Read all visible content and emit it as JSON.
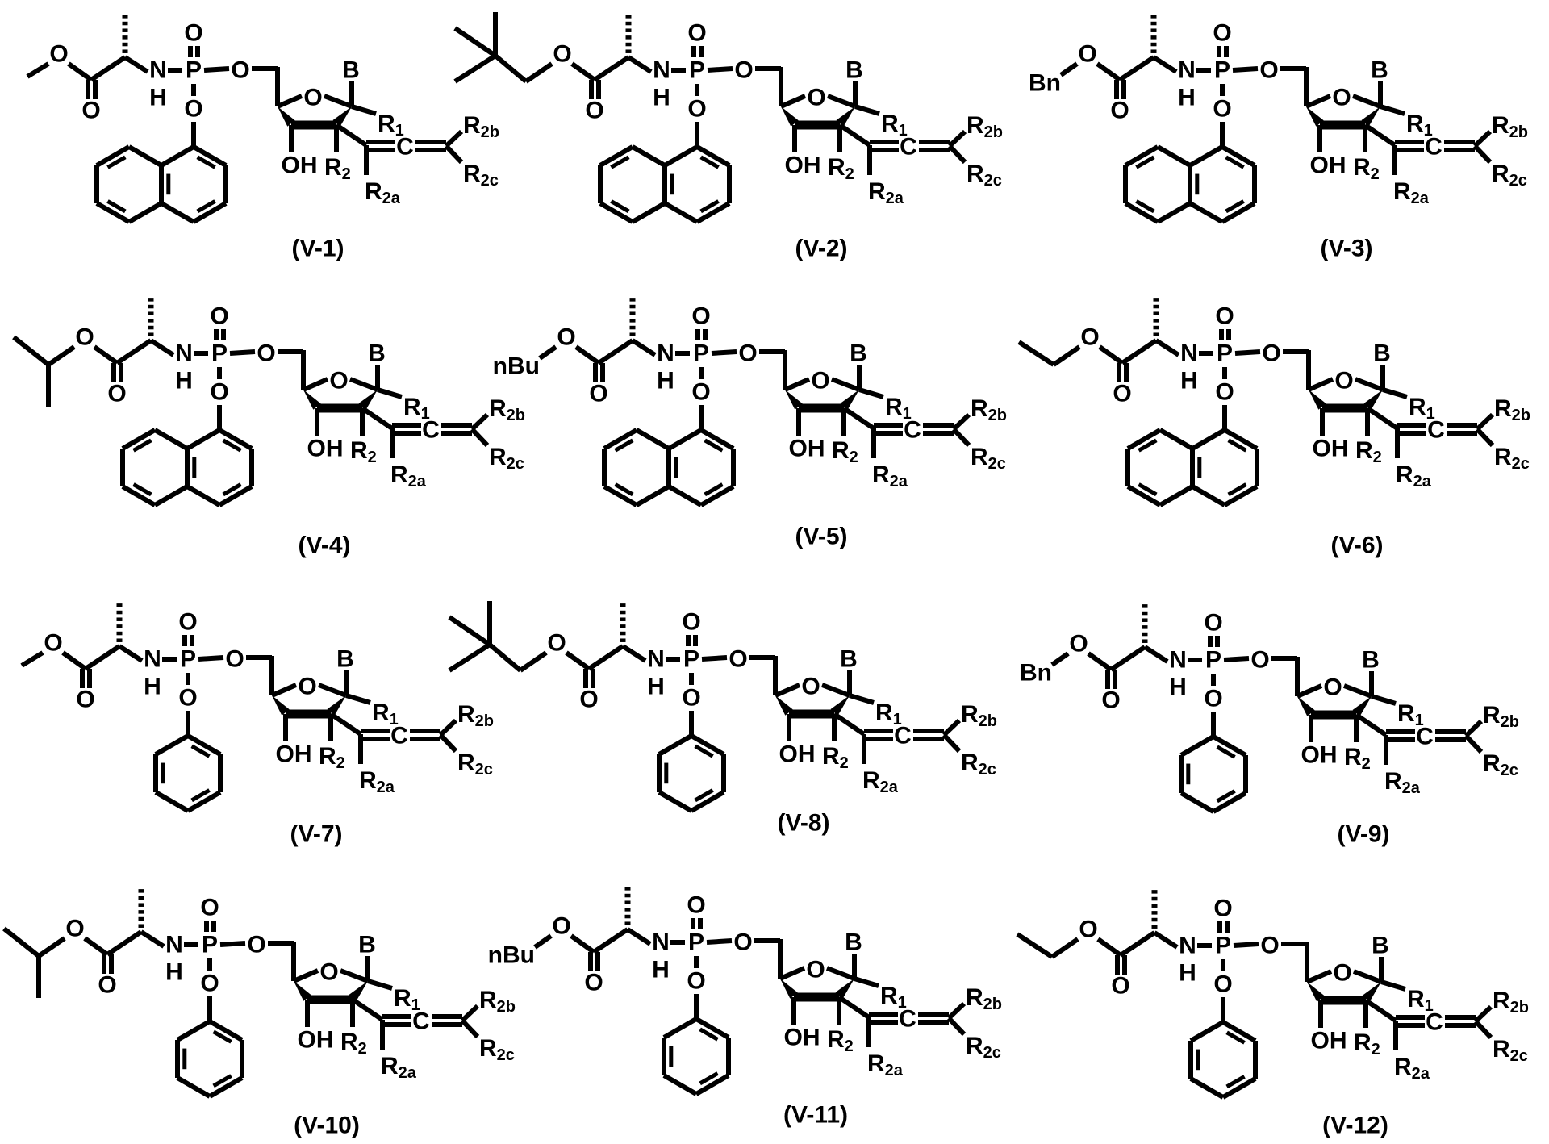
{
  "figure": {
    "type": "chemical-structure-grid",
    "rows": 4,
    "columns": 3,
    "common_core": {
      "phosphoramidate": "L-alanine ester NH-P(=O)(OAr)-O-CH2-nucleoside",
      "base_label": "B",
      "r1_label": "R",
      "r1_sub": "1",
      "r2_label": "R",
      "r2_sub": "2",
      "r2a_sub": "2a",
      "r2b_sub": "2b",
      "r2c_sub": "2c",
      "oh_label": "OH",
      "allene_center": "C",
      "nh_n": "N",
      "nh_h": "H",
      "p_label": "P",
      "o_label": "O"
    },
    "compounds": [
      {
        "id": "V-1",
        "label": "(V-1)",
        "ester": "methyl",
        "ester_text": "",
        "aryl": "1-naphthyl",
        "p": [
          240,
          87
        ],
        "lbl": [
          394,
          308
        ]
      },
      {
        "id": "V-2",
        "label": "(V-2)",
        "ester": "neopentyl",
        "ester_text": "",
        "aryl": "1-naphthyl",
        "p": [
          864,
          87
        ],
        "lbl": [
          1018,
          308
        ]
      },
      {
        "id": "V-3",
        "label": "(V-3)",
        "ester": "benzyl",
        "ester_text": "Bn",
        "aryl": "1-naphthyl",
        "p": [
          1515,
          87
        ],
        "lbl": [
          1669,
          308
        ]
      },
      {
        "id": "V-4",
        "label": "(V-4)",
        "ester": "isopropyl",
        "ester_text": "",
        "aryl": "1-naphthyl",
        "p": [
          272,
          438
        ],
        "lbl": [
          402,
          676
        ]
      },
      {
        "id": "V-5",
        "label": "(V-5)",
        "ester": "n-butyl",
        "ester_text": "nBu",
        "aryl": "1-naphthyl",
        "p": [
          869,
          438
        ],
        "lbl": [
          1018,
          665
        ]
      },
      {
        "id": "V-6",
        "label": "(V-6)",
        "ester": "ethyl",
        "ester_text": "",
        "aryl": "1-naphthyl",
        "p": [
          1518,
          438
        ],
        "lbl": [
          1682,
          676
        ]
      },
      {
        "id": "V-7",
        "label": "(V-7)",
        "ester": "methyl",
        "ester_text": "",
        "aryl": "phenyl",
        "p": [
          233,
          817
        ],
        "lbl": [
          392,
          1034
        ]
      },
      {
        "id": "V-8",
        "label": "(V-8)",
        "ester": "neopentyl",
        "ester_text": "",
        "aryl": "phenyl",
        "p": [
          857,
          817
        ],
        "lbl": [
          996,
          1020
        ]
      },
      {
        "id": "V-9",
        "label": "(V-9)",
        "ester": "benzyl",
        "ester_text": "Bn",
        "aryl": "phenyl",
        "p": [
          1504,
          818
        ],
        "lbl": [
          1690,
          1034
        ]
      },
      {
        "id": "V-10",
        "label": "(V-10)",
        "ester": "isopropyl",
        "ester_text": "",
        "aryl": "phenyl",
        "p": [
          260,
          1171
        ],
        "lbl": [
          405,
          1395
        ]
      },
      {
        "id": "V-11",
        "label": "(V-11)",
        "ester": "n-butyl",
        "ester_text": "nBu",
        "aryl": "phenyl",
        "p": [
          863,
          1168
        ],
        "lbl": [
          1011,
          1382
        ]
      },
      {
        "id": "V-12",
        "label": "(V-12)",
        "ester": "ethyl",
        "ester_text": "",
        "aryl": "phenyl",
        "p": [
          1516,
          1172
        ],
        "lbl": [
          1680,
          1395
        ]
      }
    ]
  }
}
